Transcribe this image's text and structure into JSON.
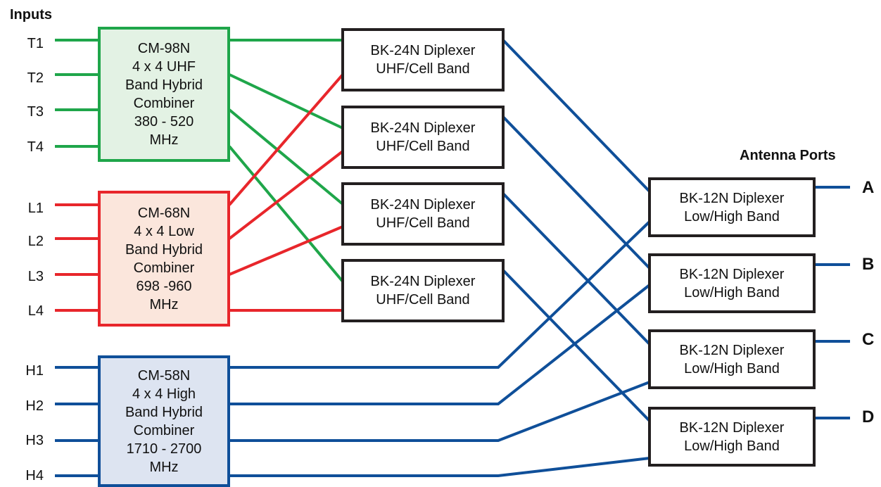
{
  "headers": {
    "inputs": "Inputs",
    "antenna_ports": "Antenna Ports"
  },
  "inputs": {
    "T": [
      "T1",
      "T2",
      "T3",
      "T4"
    ],
    "L": [
      "L1",
      "L2",
      "L3",
      "L4"
    ],
    "H": [
      "H1",
      "H2",
      "H3",
      "H4"
    ]
  },
  "combiners": [
    {
      "lines": [
        "CM-98N",
        "4 x 4 UHF",
        "Band Hybrid",
        "Combiner",
        "380 - 520",
        "MHz"
      ],
      "color": "#1fa64a",
      "fill": "#e3f2e4"
    },
    {
      "lines": [
        "CM-68N",
        "4 x 4 Low",
        "Band Hybrid",
        "Combiner",
        "698 -960",
        "MHz"
      ],
      "color": "#e8262b",
      "fill": "#fbe6dc"
    },
    {
      "lines": [
        "CM-58N",
        "4 x 4 High",
        "Band Hybrid",
        "Combiner",
        "1710 - 2700",
        "MHz"
      ],
      "color": "#0f4f99",
      "fill": "#dde4f1"
    }
  ],
  "diplexers_uhf": [
    {
      "lines": [
        "BK-24N Diplexer",
        "UHF/Cell Band"
      ]
    },
    {
      "lines": [
        "BK-24N Diplexer",
        "UHF/Cell Band"
      ]
    },
    {
      "lines": [
        "BK-24N Diplexer",
        "UHF/Cell Band"
      ]
    },
    {
      "lines": [
        "BK-24N Diplexer",
        "UHF/Cell Band"
      ]
    }
  ],
  "diplexers_lh": [
    {
      "lines": [
        "BK-12N Diplexer",
        "Low/High Band"
      ]
    },
    {
      "lines": [
        "BK-12N Diplexer",
        "Low/High Band"
      ]
    },
    {
      "lines": [
        "BK-12N Diplexer",
        "Low/High Band"
      ]
    },
    {
      "lines": [
        "BK-12N Diplexer",
        "Low/High Band"
      ]
    }
  ],
  "ports": [
    "A",
    "B",
    "C",
    "D"
  ],
  "colors": {
    "green": "#1fa64a",
    "red": "#e8262b",
    "blue": "#0f4f99",
    "box_border": "#231f20"
  }
}
